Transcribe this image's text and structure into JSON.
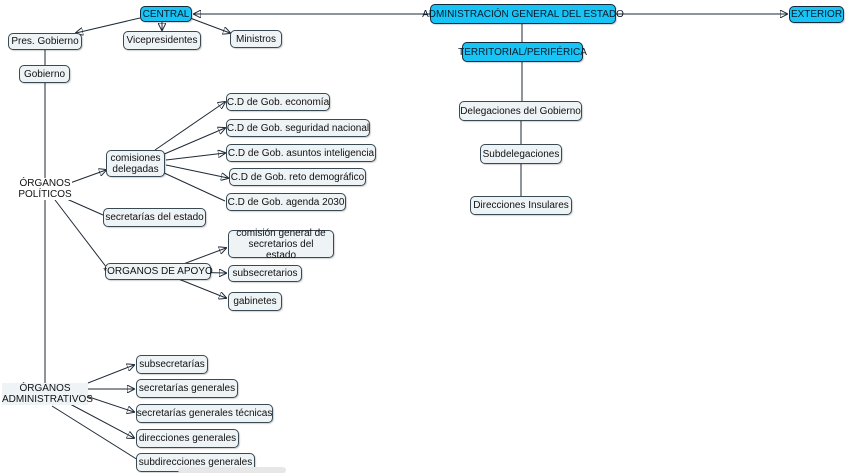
{
  "diagram": {
    "root": "ADMINISTRACIÓN GENERAL DEL ESTADO",
    "central": "CENTRAL",
    "exterior": "EXTERIOR",
    "territorial": "TERRITORIAL/PERIFÉRICA",
    "central_children": [
      "Pres. Gobierno",
      "Vicepresidentes",
      "Ministros"
    ],
    "gobierno": "Gobierno",
    "organos_politicos": "ÓRGANOS\nPOLÍTICOS",
    "comisiones_delegadas": "comisiones\ndelegadas",
    "comisiones_items": [
      "C.D de Gob. economía",
      "C.D de Gob. seguridad nacional",
      "C.D de Gob. asuntos inteligencia",
      "C.D de Gob. reto demográfico",
      "C.D de Gob. agenda 2030"
    ],
    "secretarias_estado": "secretarías del estado",
    "organos_apoyo": "*ORGANOS DE APOYO",
    "apoyo_items": [
      "comisión general de\nsecretarios del estado",
      "subsecretarios",
      "gabinetes"
    ],
    "organos_administrativos": "ÓRGANOS\nADMINISTRATIVOS",
    "administrativos_items": [
      "subsecretarías",
      "secretarías generales",
      "secretarías generales técnicas",
      "direcciones generales",
      "subdirecciones generales"
    ],
    "territorial_items": [
      "Delegaciones del Gobierno",
      "Subdelegaciones",
      "Direcciones Insulares"
    ]
  }
}
